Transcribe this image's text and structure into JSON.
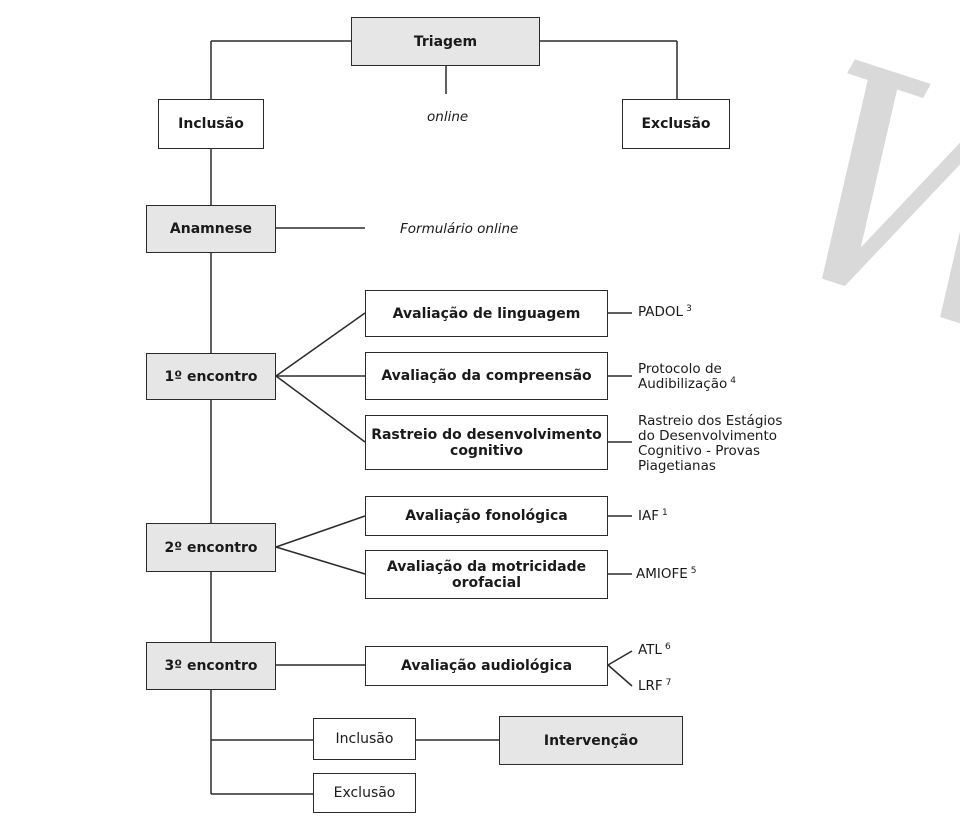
{
  "boxes": {
    "triagem": "Triagem",
    "inclusao_top": "Inclusão",
    "exclusao_top": "Exclusão",
    "anamnese": "Anamnese",
    "encontro1": "1º encontro",
    "encontro2": "2º encontro",
    "encontro3": "3º encontro",
    "av_linguagem": "Avaliação de linguagem",
    "av_compreensao": "Avaliação da compreensão",
    "rastreio_l1": "Rastreio do desenvolvimento",
    "rastreio_l2": "cognitivo",
    "av_fonologica": "Avaliação fonológica",
    "av_motricidade_l1": "Avaliação da motricidade",
    "av_motricidade_l2": "orofacial",
    "av_audiologica": "Avaliação audiológica",
    "inclusao_bottom": "Inclusão",
    "exclusao_bottom": "Exclusão",
    "intervencao": "Intervenção"
  },
  "labels": {
    "online": "online",
    "formulario": "Formulário online",
    "padol": "PADOL",
    "padol_ref": "3",
    "protocolo_l1": "Protocolo de",
    "protocolo_l2": "Audibilização",
    "protocolo_ref": "4",
    "rastreio_l1": "Rastreio dos Estágios",
    "rastreio_l2": "do Desenvolvimento",
    "rastreio_l3": "Cognitivo - Provas",
    "rastreio_l4": "Piagetianas",
    "iaf": "IAF",
    "iaf_ref": "1",
    "amiofe": "AMIOFE",
    "amiofe_ref": "5",
    "atl": "ATL",
    "atl_ref": "6",
    "lrf": "LRF",
    "lrf_ref": "7"
  },
  "colors": {
    "grey_fill": "#e6e6e6",
    "line": "#2b2b2b"
  }
}
